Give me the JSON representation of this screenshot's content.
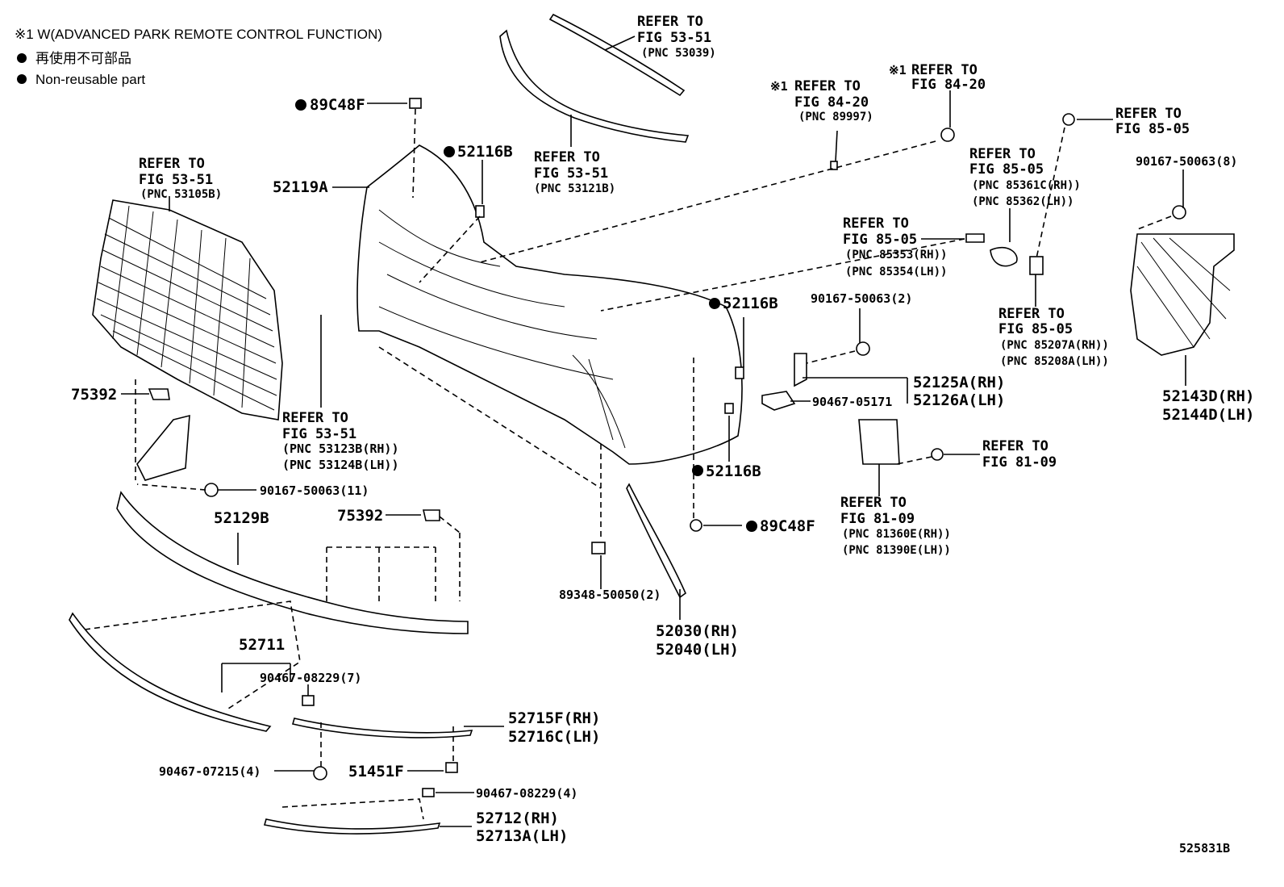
{
  "notes": {
    "line1": "※1 W(ADVANCED PARK REMOTE CONTROL FUNCTION)",
    "line2": "再使用不可部品",
    "line3": "Non-reusable part"
  },
  "diagram_id": "525831B",
  "refer_to": "REFER TO",
  "refs": {
    "r1": {
      "prefix": "",
      "fig": "FIG 53-51",
      "pnc": [
        "(PNC 53039)"
      ]
    },
    "r2": {
      "prefix": "",
      "fig": "FIG 53-51",
      "pnc": [
        "(PNC 53121B)"
      ]
    },
    "r3": {
      "prefix": "",
      "fig": "FIG 53-51",
      "pnc": [
        "(PNC 53105B)"
      ]
    },
    "r4": {
      "prefix": "※1",
      "fig": "FIG 84-20",
      "pnc": [
        "(PNC 89997)"
      ]
    },
    "r5": {
      "prefix": "※1",
      "fig": "FIG 84-20",
      "pnc": []
    },
    "r6": {
      "prefix": "",
      "fig": "FIG 85-05",
      "pnc": []
    },
    "r7": {
      "prefix": "",
      "fig": "FIG 85-05",
      "pnc": [
        "(PNC 85361C(RH))",
        "(PNC 85362(LH))"
      ]
    },
    "r8": {
      "prefix": "",
      "fig": "FIG 85-05",
      "pnc": [
        "(PNC 85353(RH))",
        "(PNC 85354(LH))"
      ]
    },
    "r9": {
      "prefix": "",
      "fig": "FIG 85-05",
      "pnc": [
        "(PNC 85207A(RH))",
        "(PNC 85208A(LH))"
      ]
    },
    "r10": {
      "prefix": "",
      "fig": "FIG 53-51",
      "pnc": [
        "(PNC 53123B(RH))",
        "(PNC 53124B(LH))"
      ]
    },
    "r11": {
      "prefix": "",
      "fig": "FIG 81-09",
      "pnc": []
    },
    "r12": {
      "prefix": "",
      "fig": "FIG 81-09",
      "pnc": [
        "(PNC 81360E(RH))",
        "(PNC 81390E(LH))"
      ]
    }
  },
  "parts": {
    "p89C48F_a": "89C48F",
    "p52116B_a": "52116B",
    "p52119A": "52119A",
    "p52116B_b": "52116B",
    "p90167_2": "90167-50063(2)",
    "p90167_8": "90167-50063(8)",
    "p52125A": "52125A(RH)",
    "p52126A": "52126A(LH)",
    "p90467_05171": "90467-05171",
    "p52143D": "52143D(RH)",
    "p52144D": "52144D(LH)",
    "p75392_a": "75392",
    "p90167_11": "90167-50063(11)",
    "p52129B": "52129B",
    "p75392_b": "75392",
    "p52116B_c": "52116B",
    "p89C48F_b": "89C48F",
    "p89348": "89348-50050(2)",
    "p52030": "52030(RH)",
    "p52040": "52040(LH)",
    "p52711": "52711",
    "p90467_08229_7": "90467-08229(7)",
    "p52715F": "52715F(RH)",
    "p52716C": "52716C(LH)",
    "p90467_07215": "90467-07215(4)",
    "p51451F": "51451F",
    "p90467_08229_4": "90467-08229(4)",
    "p52712": "52712(RH)",
    "p52713A": "52713A(LH)"
  }
}
